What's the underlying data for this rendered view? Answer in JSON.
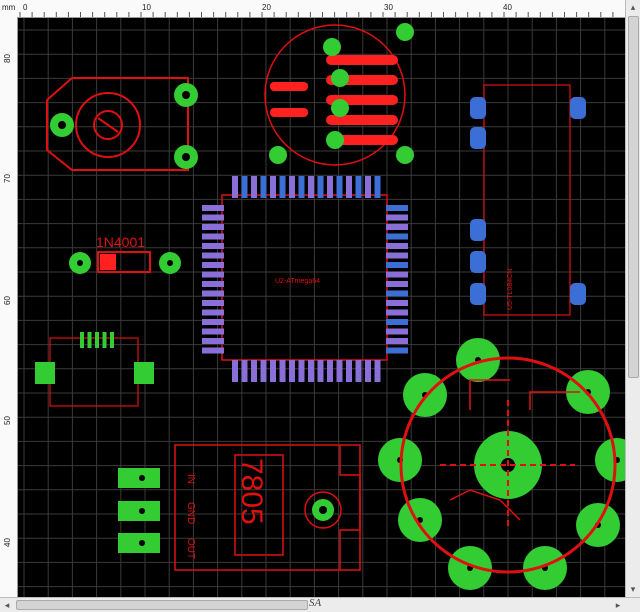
{
  "ruler": {
    "unit": "mm",
    "top_labels": [
      "0",
      "10",
      "20",
      "30",
      "40"
    ],
    "left_labels": [
      "80",
      "70",
      "60",
      "50",
      "40"
    ]
  },
  "components": {
    "diode_label": "1N4001",
    "mcu_label": "U2-ATmega64",
    "dip_label": "U5-TL084CN",
    "regulator_label": "7805",
    "regulator_pins": [
      "IN",
      "GND",
      "OUT"
    ]
  },
  "status": {
    "sheet_label": "SA"
  },
  "colors": {
    "background": "#000000",
    "grid": "#3a3a3a",
    "silkscreen": "#e01010",
    "pad": "#33cc33",
    "smd_blue": "#3b6fd6",
    "smd_purple": "#8a6fd8"
  }
}
